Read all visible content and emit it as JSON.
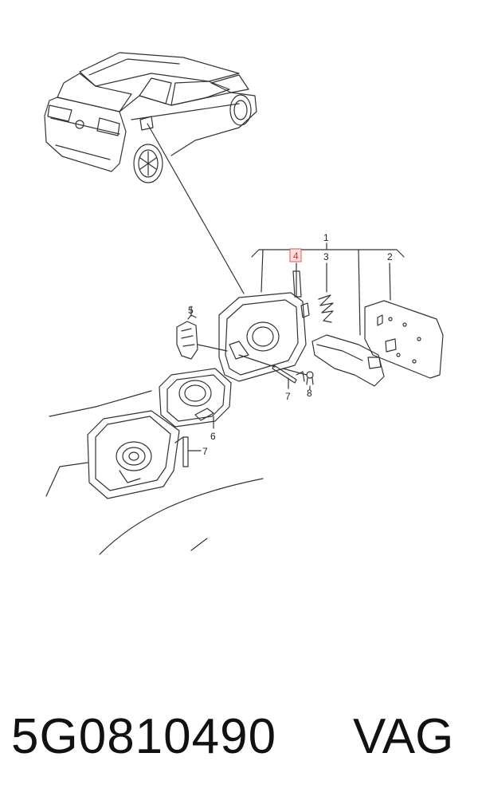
{
  "diagram": {
    "callouts": {
      "c1": "1",
      "c2": "2",
      "c3": "3",
      "c4": "4",
      "c5": "5",
      "c6": "6",
      "c7a": "7",
      "c7b": "7",
      "c8": "8"
    },
    "highlighted_callout": "4",
    "highlight_color": "#e05555",
    "line_color": "#333333"
  },
  "footer": {
    "part_number": "5G0810490",
    "brand": "VAG"
  }
}
